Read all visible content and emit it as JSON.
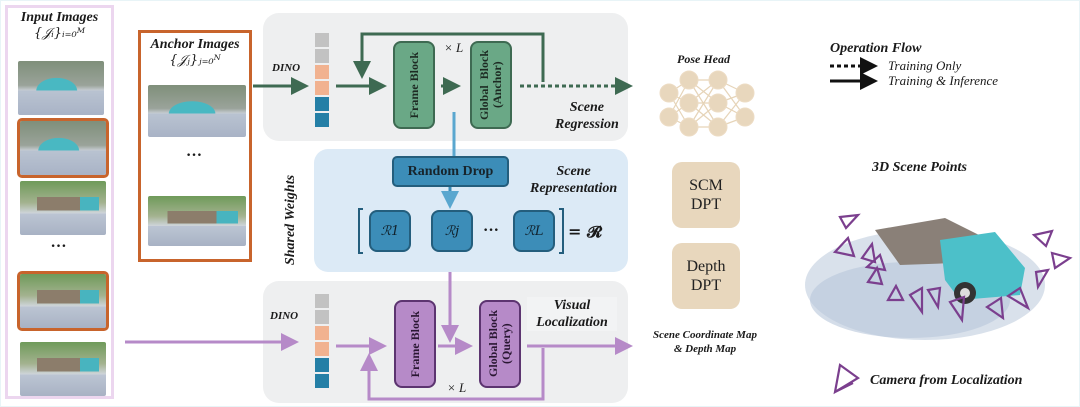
{
  "input_images": {
    "title": "Input Images",
    "math": "{𝒥ᵢ}ᵢ₌₀ᴹ",
    "ellipsis": "…",
    "thumbnails": [
      {
        "label": "truck-front-left",
        "highlighted": false
      },
      {
        "label": "truck-front",
        "highlighted": true
      },
      {
        "label": "truck-side",
        "highlighted": false
      },
      {
        "label": "truck-side-trees",
        "highlighted": true
      },
      {
        "label": "truck-rear",
        "highlighted": false
      }
    ]
  },
  "anchor_images": {
    "title": "Anchor Images",
    "math": "{𝒥ⱼ}ⱼ₌₀ᴺ",
    "ellipsis": "…"
  },
  "shared_weights_label": "Shared Weights",
  "scene_regression": {
    "dino_label": "DINO",
    "frame_block": "Frame Block",
    "global_block": "Global  Block\n(Anchor)",
    "repeat_label": "× L",
    "title_line1": "Scene",
    "title_line2": "Regression"
  },
  "scene_representation": {
    "random_drop": "Random Drop",
    "title_line1": "Scene",
    "title_line2": "Representation",
    "items": [
      "𝓡₁",
      "𝓡ⱼ",
      "𝓡_L"
    ],
    "item_labels": [
      "ℛ1",
      "ℛj",
      "ℛL"
    ],
    "ellipsis": "···",
    "equals": "= 𝓡"
  },
  "visual_localization": {
    "dino_label": "DINO",
    "frame_block": "Frame Block",
    "global_block": "Global Block\n(Query)",
    "repeat_label": "× L",
    "title_line1": "Visual",
    "title_line2": "Localization"
  },
  "pose_head": {
    "title": "Pose Head"
  },
  "heads": {
    "scm": "SCM\nDPT",
    "depth": "Depth\nDPT",
    "output_line1": "Scene Coordinate Map",
    "output_line2": "& Depth Map"
  },
  "legend": {
    "title": "Operation Flow",
    "items": [
      {
        "style": "dotted",
        "label": "Training Only"
      },
      {
        "style": "solid",
        "label": "Training & Inference"
      }
    ]
  },
  "scene_points": {
    "title": "3D Scene Points",
    "camera_label": "Camera from Localization"
  },
  "colors": {
    "green": "#3e6a52",
    "green_fill": "#6aa886",
    "purple": "#b68ac8",
    "purple_dark": "#5c3470",
    "blue": "#3c8db8",
    "orange": "#c8642c",
    "beige": "#e8d7bd",
    "camera": "#7b3f8e"
  }
}
